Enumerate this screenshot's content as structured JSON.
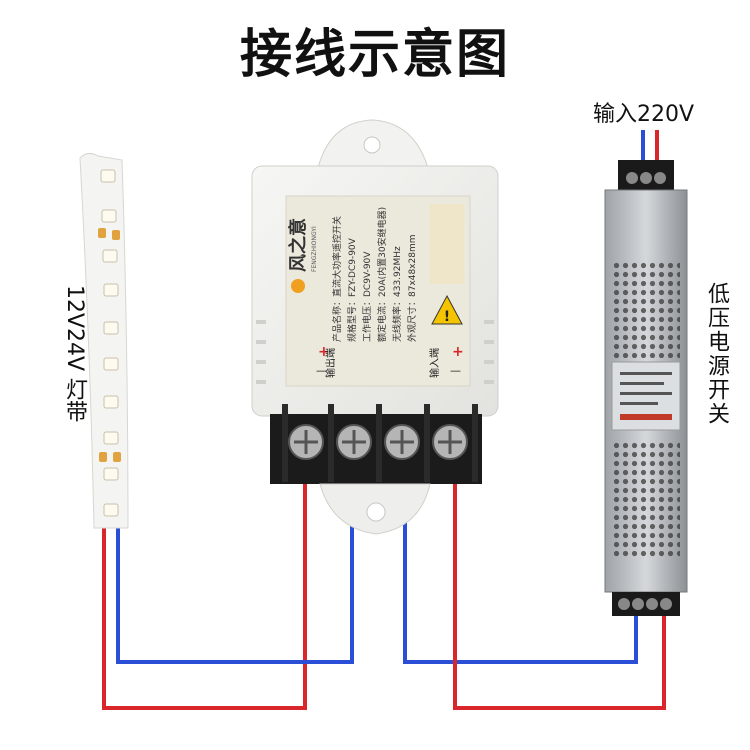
{
  "title": "接线示意图",
  "led_strip": {
    "label": "12V24V 灯带"
  },
  "power_supply": {
    "label": "低压电源开关",
    "input_label": "输入220V"
  },
  "controller": {
    "brand_name": "风之意",
    "brand_sub": "FENGZHIONGYI",
    "specs": [
      "产品名称：直流大功率遥控开关",
      "规格型号：FZY-DC9-90V",
      "工作电压：DC9V-90V",
      "额定电流：20A(内置30安继电器)",
      "无线频率：433.92MHz",
      "外观尺寸：87x48x28mm"
    ],
    "output_label": "输出端",
    "input_label": "输入端",
    "plus": "+",
    "minus": "—"
  },
  "colors": {
    "positive_wire": "#d9262b",
    "negative_wire": "#2a4fd6",
    "warning": "#f5c400"
  }
}
